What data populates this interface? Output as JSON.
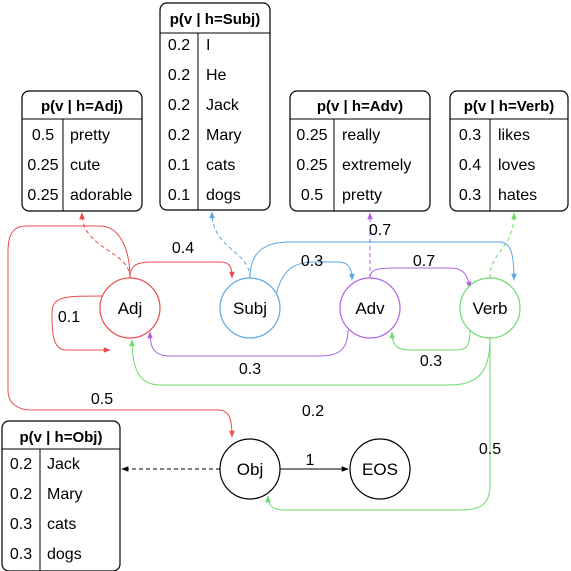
{
  "emission_tables": {
    "subj": {
      "title": "p(v | h=Subj)",
      "rows": [
        {
          "p": "0.2",
          "word": "I"
        },
        {
          "p": "0.2",
          "word": "He"
        },
        {
          "p": "0.2",
          "word": "Jack"
        },
        {
          "p": "0.2",
          "word": "Mary"
        },
        {
          "p": "0.1",
          "word": "cats"
        },
        {
          "p": "0.1",
          "word": "dogs"
        }
      ]
    },
    "adj": {
      "title": "p(v | h=Adj)",
      "rows": [
        {
          "p": "0.5",
          "word": "pretty"
        },
        {
          "p": "0.25",
          "word": "cute"
        },
        {
          "p": "0.25",
          "word": "adorable"
        }
      ]
    },
    "adv": {
      "title": "p(v | h=Adv)",
      "rows": [
        {
          "p": "0.25",
          "word": "really"
        },
        {
          "p": "0.25",
          "word": "extremely"
        },
        {
          "p": "0.5",
          "word": "pretty"
        }
      ]
    },
    "verb": {
      "title": "p(v | h=Verb)",
      "rows": [
        {
          "p": "0.3",
          "word": "likes"
        },
        {
          "p": "0.4",
          "word": "loves"
        },
        {
          "p": "0.3",
          "word": "hates"
        }
      ]
    },
    "obj": {
      "title": "p(v | h=Obj)",
      "rows": [
        {
          "p": "0.2",
          "word": "Jack"
        },
        {
          "p": "0.2",
          "word": "Mary"
        },
        {
          "p": "0.3",
          "word": "cats"
        },
        {
          "p": "0.3",
          "word": "dogs"
        }
      ]
    }
  },
  "states": {
    "adj": "Adj",
    "subj": "Subj",
    "adv": "Adv",
    "verb": "Verb",
    "obj": "Obj",
    "eos": "EOS"
  },
  "transitions": {
    "adj_self": "0.1",
    "adj_to_subj": "0.4",
    "adj_to_obj": "0.5",
    "subj_to_adv": "0.3",
    "subj_to_verb": "0.7",
    "adv_to_verb": "0.7",
    "adv_to_adj": "0.3",
    "verb_to_adv": "0.3",
    "verb_to_adj": "0.2",
    "verb_to_obj": "0.5",
    "obj_to_eos": "1"
  },
  "colors": {
    "adj": "#ea4b4b",
    "subj": "#5aa7e4",
    "adv": "#b061e3",
    "verb": "#6ddb6d",
    "black": "#000000"
  }
}
